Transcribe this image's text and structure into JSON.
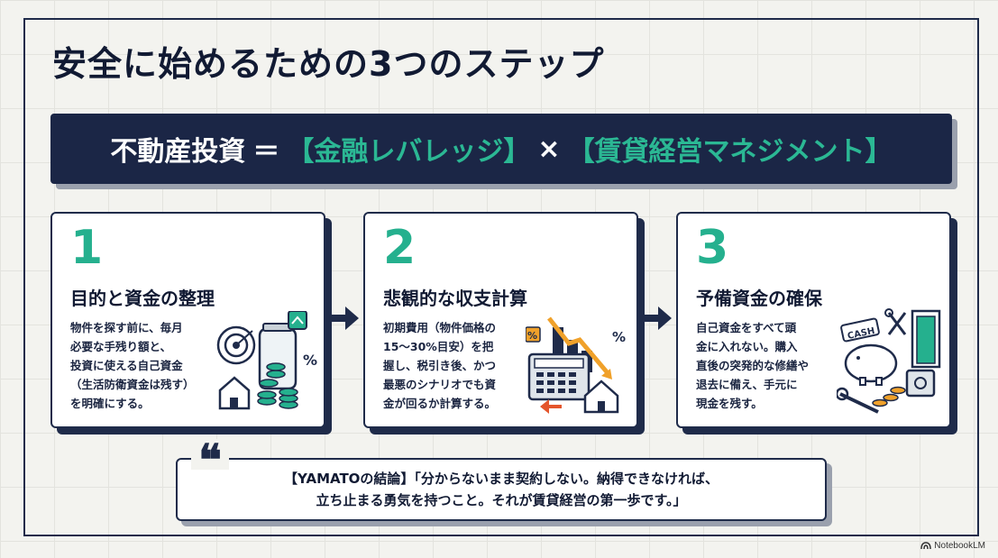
{
  "title": "安全に始めるための3つのステップ",
  "banner": {
    "left": "不動産投資",
    "equals": "＝",
    "finance": "【金融レバレッジ】",
    "times": "×",
    "management": "【賃貸経営マネジメント】"
  },
  "steps": [
    {
      "number": "1",
      "title": "目的と資金の整理",
      "lines": [
        "物件を探す前に、毎月",
        "必要な手残り額と、",
        "投資に使える自己資金",
        "（生活防衛資金は残す）",
        "を明確にする。"
      ]
    },
    {
      "number": "2",
      "title": "悲観的な収支計算",
      "lines": [
        "初期費用（物件価格の",
        "15〜30%目安）を把",
        "握し、税引き後、かつ",
        "最悪のシナリオでも資",
        "金が回るか計算する。"
      ]
    },
    {
      "number": "3",
      "title": "予備資金の確保",
      "lines": [
        "自己資金をすべて頭",
        "金に入れない。購入",
        "直後の突発的な修繕や",
        "退去に備え、手元に",
        "現金を残す。"
      ]
    }
  ],
  "quote": {
    "mark": "❝",
    "line1": "【YAMATOの結論】「分からないまま契約しない。納得できなければ、",
    "line2": "立ち止まる勇気を持つこと。それが賃貸経営の第一歩です。」"
  },
  "illustrations": {
    "percent": "%",
    "cash": "CASH"
  },
  "brand": "NotebookLM",
  "colors": {
    "navy": "#1b2646",
    "teal": "#25b08e",
    "background": "#f3f3ef"
  }
}
